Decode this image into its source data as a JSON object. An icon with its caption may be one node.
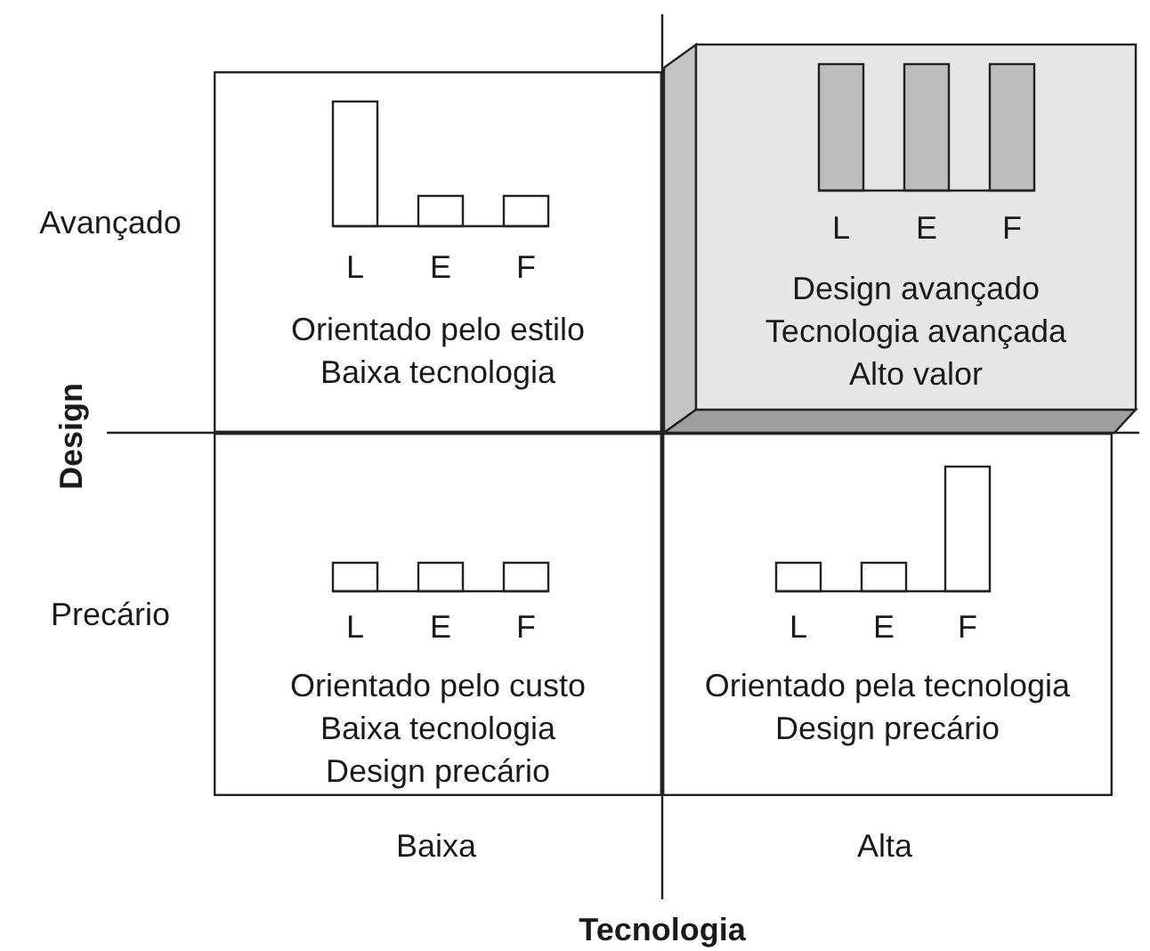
{
  "diagram": {
    "nodes": [
      {
        "text": [
          "L",
          "E",
          "F",
          "Orientado pelo estilo",
          "Baixa tecnologia"
        ]
      },
      {
        "text": [
          "L",
          "E",
          "F",
          "Design avançado",
          "Tecnologia avançada",
          "Alto valor"
        ]
      },
      {
        "text": [
          "L",
          "E",
          "F",
          "Orientado pelo custo",
          "Baixa tecnologia",
          "Design precário"
        ]
      },
      {
        "text": [
          "L",
          "E",
          "F",
          "Orientado pela tecnologia",
          "Design precário"
        ]
      }
    ],
    "edges": [],
    "labels": [
      "Avançado",
      "Design",
      "Precário",
      "Baixa",
      "Alta",
      "Tecnologia"
    ]
  }
}
